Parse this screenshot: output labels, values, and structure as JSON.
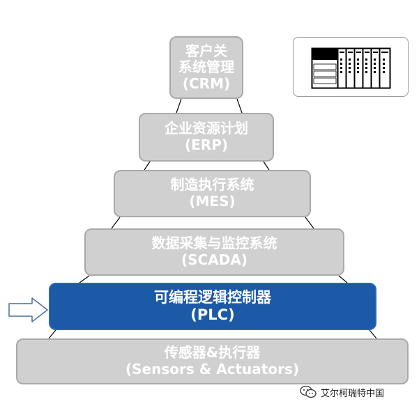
{
  "levels": [
    {
      "id": "crm",
      "line1": "客户关",
      "line2": "系统管理",
      "line3": "(CRM)"
    },
    {
      "id": "erp",
      "line1": "企业资源计划",
      "line2": "(ERP)"
    },
    {
      "id": "mes",
      "line1": "制造执行系统",
      "line2": "(MES)"
    },
    {
      "id": "scada",
      "line1": "数据采集与监控系统",
      "line2": "(SCADA)"
    },
    {
      "id": "plc",
      "line1": "可编程逻辑控制器",
      "line2": "(PLC)"
    },
    {
      "id": "sensors",
      "line1": "传感器&执行器",
      "line2": "(Sensors & Actuators)"
    }
  ],
  "highlight_level": "plc",
  "colors": {
    "level_fill": "#d0d0d0",
    "level_border": "#a9a9a9",
    "highlight_fill": "#1c5aa8",
    "text": "#ffffff"
  },
  "icons": {
    "pointer": "right-arrow-icon",
    "device": "plc-device-icon",
    "watermark": "wechat-icon"
  },
  "watermark": {
    "text": "艾尔柯瑞特中国"
  }
}
